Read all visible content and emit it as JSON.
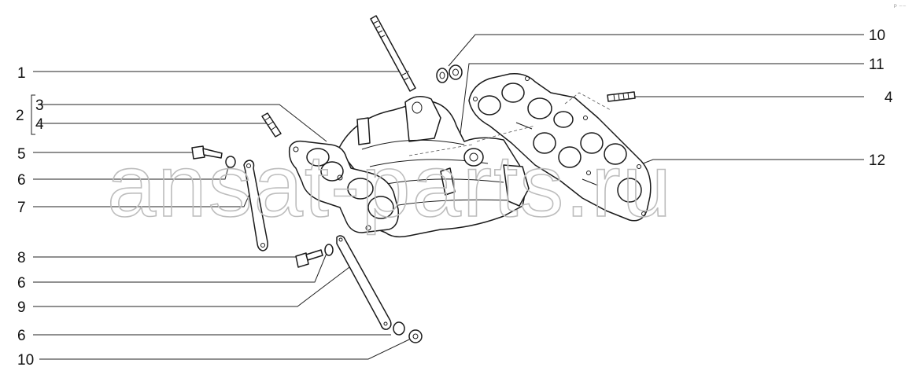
{
  "watermark": "ansat-parts.ru",
  "corner_mark": "ᴾ ⁻⁻",
  "callouts": {
    "c1": "1",
    "c2": "2",
    "c3": "3",
    "c4a": "4",
    "c5": "5",
    "c6a": "6",
    "c7": "7",
    "c8": "8",
    "c6b": "6",
    "c9": "9",
    "c6c": "6",
    "c10a": "10",
    "c10b": "10",
    "c11": "11",
    "c4b": "4",
    "c12": "12"
  }
}
